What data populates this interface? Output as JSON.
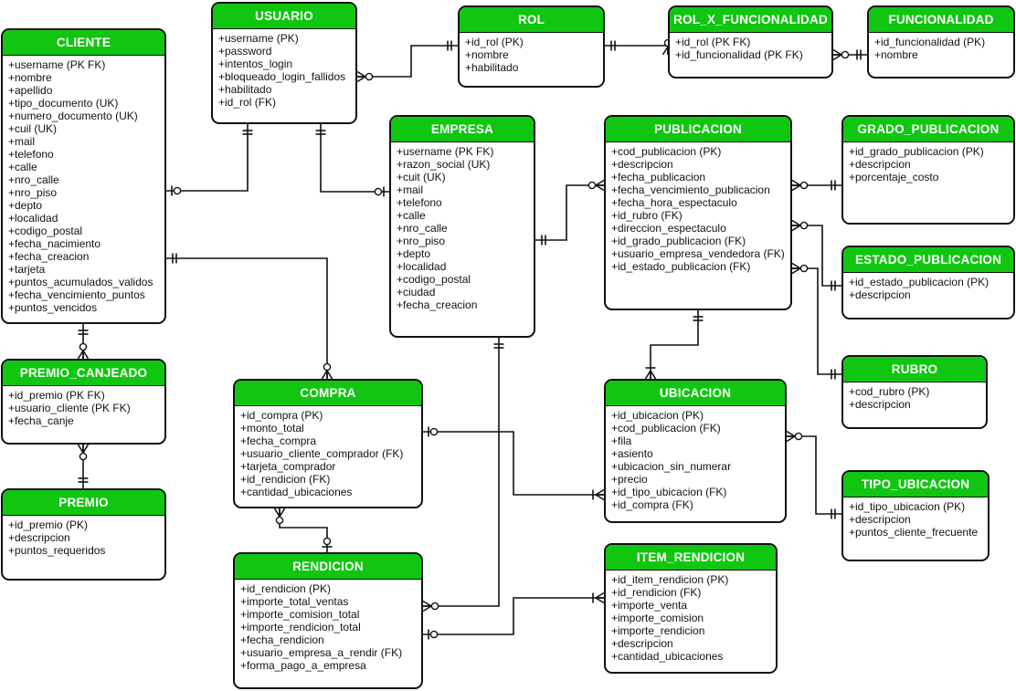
{
  "entities": [
    {
      "key": "usuario",
      "title": "USUARIO",
      "attributes": [
        "+username (PK)",
        "+password",
        "+intentos_login",
        "+bloqueado_login_fallidos",
        "+habilitado",
        "+id_rol (FK)"
      ]
    },
    {
      "key": "rol",
      "title": "ROL",
      "attributes": [
        "+id_rol (PK)",
        "+nombre",
        "+habilitado"
      ]
    },
    {
      "key": "rol_x_funcionalidad",
      "title": "ROL_X_FUNCIONALIDAD",
      "attributes": [
        "+id_rol (PK FK)",
        "+id_funcionalidad (PK FK)"
      ]
    },
    {
      "key": "funcionalidad",
      "title": "FUNCIONALIDAD",
      "attributes": [
        "+id_funcionalidad (PK)",
        "+nombre"
      ]
    },
    {
      "key": "cliente",
      "title": "CLIENTE",
      "attributes": [
        "+username (PK FK)",
        "+nombre",
        "+apellido",
        "+tipo_documento (UK)",
        "+numero_documento (UK)",
        "+cuil (UK)",
        "+mail",
        "+telefono",
        "+calle",
        "+nro_calle",
        "+nro_piso",
        "+depto",
        "+localidad",
        "+codigo_postal",
        "+fecha_nacimiento",
        "+fecha_creacion",
        "+tarjeta",
        "+puntos_acumulados_validos",
        "+fecha_vencimiento_puntos",
        "+puntos_vencidos"
      ]
    },
    {
      "key": "empresa",
      "title": "EMPRESA",
      "attributes": [
        "+username (PK FK)",
        "+razon_social (UK)",
        "+cuit (UK)",
        "+mail",
        "+telefono",
        "+calle",
        "+nro_calle",
        "+nro_piso",
        "+depto",
        "+localidad",
        "+codigo_postal",
        "+ciudad",
        "+fecha_creacion"
      ]
    },
    {
      "key": "publicacion",
      "title": "PUBLICACION",
      "attributes": [
        "+cod_publicacion (PK)",
        "+descripcion",
        "+fecha_publicacion",
        "+fecha_vencimiento_publicacion",
        "+fecha_hora_espectaculo",
        "+id_rubro (FK)",
        "+direccion_espectaculo",
        "+id_grado_publicacion (FK)",
        "+usuario_empresa_vendedora (FK)",
        "+id_estado_publicacion (FK)"
      ]
    },
    {
      "key": "grado_publicacion",
      "title": "GRADO_PUBLICACION",
      "attributes": [
        "+id_grado_publicacion (PK)",
        "+descripcion",
        "+porcentaje_costo"
      ]
    },
    {
      "key": "estado_publicacion",
      "title": "ESTADO_PUBLICACION",
      "attributes": [
        "+id_estado_publicacion (PK)",
        "+descripcion"
      ]
    },
    {
      "key": "rubro",
      "title": "RUBRO",
      "attributes": [
        "+cod_rubro (PK)",
        "+descripcion"
      ]
    },
    {
      "key": "premio_canjeado",
      "title": "PREMIO_CANJEADO",
      "attributes": [
        "+id_premio (PK FK)",
        "+usuario_cliente (PK FK)",
        "+fecha_canje"
      ]
    },
    {
      "key": "premio",
      "title": "PREMIO",
      "attributes": [
        "+id_premio (PK)",
        "+descripcion",
        "+puntos_requeridos"
      ]
    },
    {
      "key": "compra",
      "title": "COMPRA",
      "attributes": [
        "+id_compra (PK)",
        "+monto_total",
        "+fecha_compra",
        "+usuario_cliente_comprador (FK)",
        "+tarjeta_comprador",
        "+id_rendicion (FK)",
        "+cantidad_ubicaciones"
      ]
    },
    {
      "key": "ubicacion",
      "title": "UBICACION",
      "attributes": [
        "+id_ubicacion (PK)",
        "+cod_publicacion (FK)",
        "+fila",
        "+asiento",
        "+ubicacion_sin_numerar",
        "+precio",
        "+id_tipo_ubicacion (FK)",
        "+id_compra (FK)"
      ]
    },
    {
      "key": "tipo_ubicacion",
      "title": "TIPO_UBICACION",
      "attributes": [
        "+id_tipo_ubicacion (PK)",
        "+descripcion",
        "+puntos_cliente_frecuente"
      ]
    },
    {
      "key": "rendicion",
      "title": "RENDICION",
      "attributes": [
        "+id_rendicion (PK)",
        "+importe_total_ventas",
        "+importe_comision_total",
        "+importe_rendicion_total",
        "+fecha_rendicion",
        "+usuario_empresa_a_rendir (FK)",
        "+forma_pago_a_empresa"
      ]
    },
    {
      "key": "item_rendicion",
      "title": "ITEM_RENDICION",
      "attributes": [
        "+id_item_rendicion (PK)",
        "+id_rendicion (FK)",
        "+importe_venta",
        "+importe_comision",
        "+importe_rendicion",
        "+descripcion",
        "+cantidad_ubicaciones"
      ]
    }
  ],
  "relationships": [
    {
      "from": "rol",
      "from_end": "one",
      "to": "usuario",
      "to_end": "zero-or-many"
    },
    {
      "from": "rol",
      "from_end": "one",
      "to": "rol_x_funcionalidad",
      "to_end": "zero-or-many"
    },
    {
      "from": "funcionalidad",
      "from_end": "one",
      "to": "rol_x_funcionalidad",
      "to_end": "zero-or-many"
    },
    {
      "from": "usuario",
      "from_end": "one",
      "to": "cliente",
      "to_end": "zero-or-one"
    },
    {
      "from": "usuario",
      "from_end": "one",
      "to": "empresa",
      "to_end": "zero-or-one"
    },
    {
      "from": "cliente",
      "from_end": "one",
      "to": "premio_canjeado",
      "to_end": "zero-or-many"
    },
    {
      "from": "premio",
      "from_end": "one",
      "to": "premio_canjeado",
      "to_end": "zero-or-many"
    },
    {
      "from": "cliente",
      "from_end": "one",
      "to": "compra",
      "to_end": "zero-or-many"
    },
    {
      "from": "empresa",
      "from_end": "one",
      "to": "publicacion",
      "to_end": "zero-or-many"
    },
    {
      "from": "empresa",
      "from_end": "one",
      "to": "rendicion",
      "to_end": "zero-or-many"
    },
    {
      "from": "grado_publicacion",
      "from_end": "one",
      "to": "publicacion",
      "to_end": "zero-or-many"
    },
    {
      "from": "estado_publicacion",
      "from_end": "one",
      "to": "publicacion",
      "to_end": "zero-or-many"
    },
    {
      "from": "rubro",
      "from_end": "one",
      "to": "publicacion",
      "to_end": "zero-or-many"
    },
    {
      "from": "publicacion",
      "from_end": "one",
      "to": "ubicacion",
      "to_end": "one-or-many"
    },
    {
      "from": "compra",
      "from_end": "zero-or-one",
      "to": "ubicacion",
      "to_end": "one-or-many"
    },
    {
      "from": "tipo_ubicacion",
      "from_end": "one",
      "to": "ubicacion",
      "to_end": "zero-or-many"
    },
    {
      "from": "rendicion",
      "from_end": "zero-or-one",
      "to": "compra",
      "to_end": "zero-or-many"
    },
    {
      "from": "rendicion",
      "from_end": "zero-or-one",
      "to": "item_rendicion",
      "to_end": "one-or-many"
    }
  ],
  "colors": {
    "header_fill": "#11c611",
    "header_text": "#ffffff",
    "border": "#111111",
    "background": "#ffffff"
  }
}
